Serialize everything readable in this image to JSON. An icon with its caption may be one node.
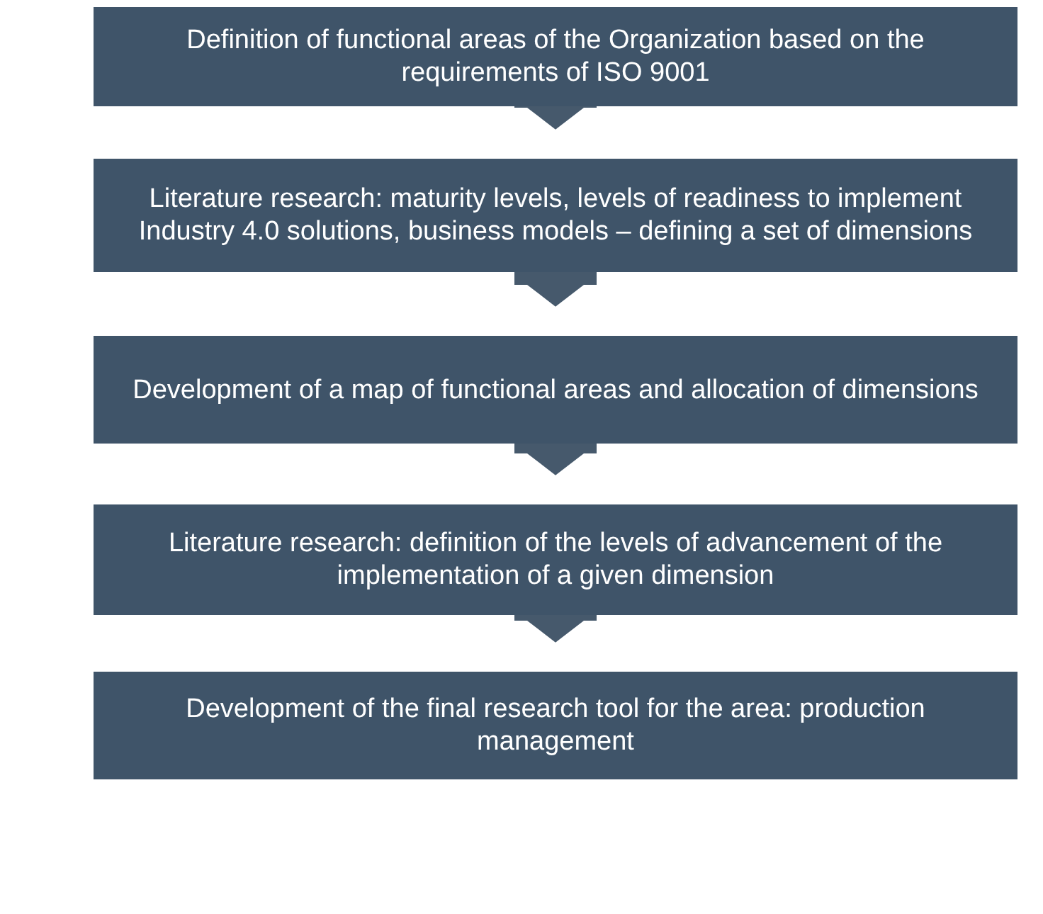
{
  "diagram": {
    "nodes": [
      {
        "text": [
          "Definition of functional areas of the Organization based on the requirements of ISO 9001"
        ]
      },
      {
        "text": [
          "Literature research: maturity levels, levels of readiness to implement Industry 4.0 solutions, business models – defining a set of dimensions"
        ]
      },
      {
        "text": [
          "Development of a map of functional areas and allocation of dimensions"
        ]
      },
      {
        "text": [
          "Literature research: definition of the levels of advancement of the implementation of a given dimension"
        ]
      },
      {
        "text": [
          "Development of the final research tool for the area: production management"
        ]
      }
    ],
    "edges": [
      {
        "from": 0,
        "to": 1,
        "arrow": "to"
      },
      {
        "from": 1,
        "to": 2,
        "arrow": "to"
      },
      {
        "from": 2,
        "to": 3,
        "arrow": "to"
      },
      {
        "from": 3,
        "to": 4,
        "arrow": "to"
      }
    ]
  }
}
